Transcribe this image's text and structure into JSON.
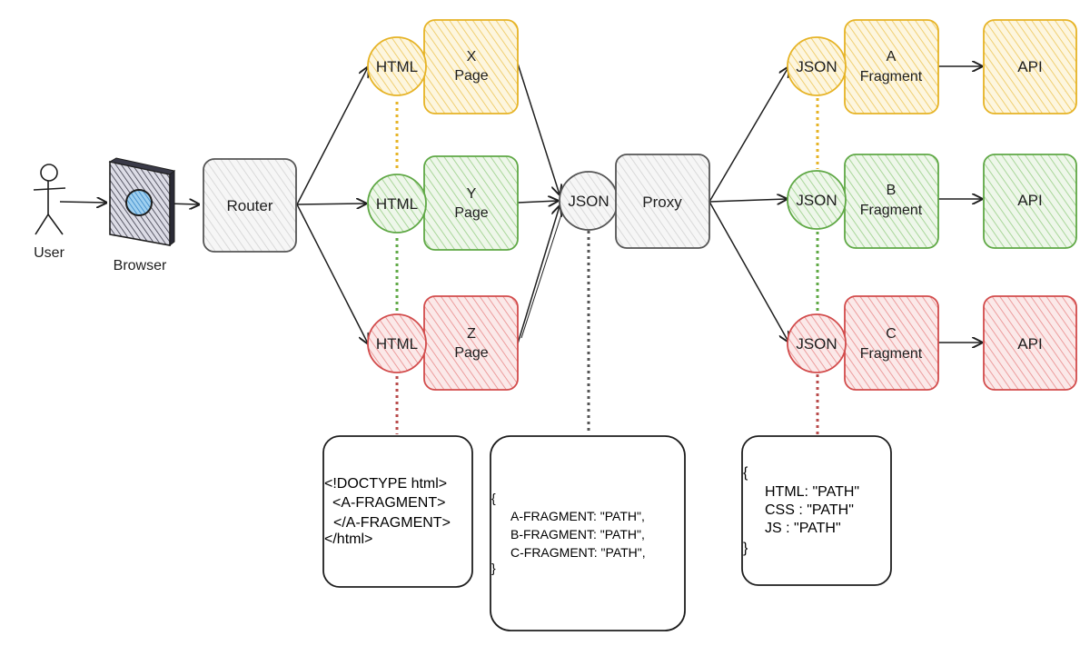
{
  "actors": {
    "user": "User",
    "browser": "Browser",
    "router": "Router",
    "proxy": "Proxy",
    "json_center": "JSON"
  },
  "pages": [
    {
      "badge": "HTML",
      "line1": "X",
      "line2": "Page",
      "color": "#e6b325",
      "fill": "#fbeec4"
    },
    {
      "badge": "HTML",
      "line1": "Y",
      "line2": "Page",
      "color": "#5fa845",
      "fill": "#dff0d6"
    },
    {
      "badge": "HTML",
      "line1": "Z",
      "line2": "Page",
      "color": "#d24b4b",
      "fill": "#f7d4d4"
    }
  ],
  "fragments": [
    {
      "badge": "JSON",
      "line1": "A",
      "line2": "Fragment",
      "api": "API",
      "color": "#e6b325",
      "fill": "#fbeec4"
    },
    {
      "badge": "JSON",
      "line1": "B",
      "line2": "Fragment",
      "api": "API",
      "color": "#5fa845",
      "fill": "#dff0d6"
    },
    {
      "badge": "JSON",
      "line1": "C",
      "line2": "Fragment",
      "api": "API",
      "color": "#d24b4b",
      "fill": "#f7d4d4"
    }
  ],
  "notes": {
    "html_doc": [
      "<!DOCTYPE html>",
      "<A-FRAGMENT>",
      "</A-FRAGMENT>",
      "</html>"
    ],
    "json_map": [
      "{",
      "A-FRAGMENT: \"PATH\",",
      "B-FRAGMENT: \"PATH\",",
      "C-FRAGMENT: \"PATH\",",
      "}"
    ],
    "fragment_json": [
      "{",
      "HTML: \"PATH\"",
      "CSS   : \"PATH\"",
      "JS     : \"PATH\"",
      "}"
    ]
  },
  "colors": {
    "gray_stroke": "#555555",
    "gray_fill": "#ececec"
  }
}
